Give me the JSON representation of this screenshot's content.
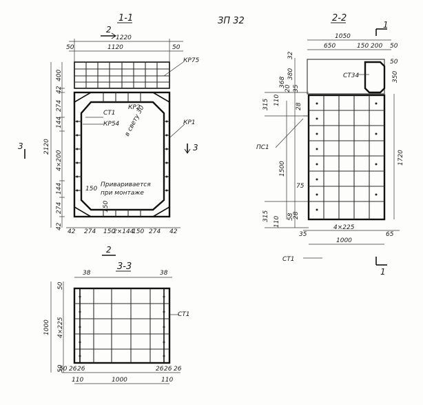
{
  "sheet": {
    "code": "ЗП 32"
  },
  "sections": {
    "s11": {
      "title": "1-1"
    },
    "s22": {
      "title": "2-2"
    },
    "s33": {
      "title": "3-3"
    }
  },
  "cuts": {
    "c1": "1",
    "c2": "2",
    "c3": "3"
  },
  "labels": {
    "kr75": "КР75",
    "kr1": "КР1",
    "kr2": "КР2",
    "kr54": "КР54",
    "ct1": "СТ1",
    "ct34": "СТ34",
    "pc1": "ПС1",
    "svet": "в свету 30",
    "weld1": "Приваривается",
    "weld2": "при монтаже"
  },
  "dims": {
    "d1220": "1220",
    "d1120": "1120",
    "d50": "50",
    "d400": "400",
    "d42": "42",
    "d274": "274",
    "d144": "144",
    "d4x200": "4×200",
    "d2120": "2120",
    "d150": "150",
    "d2x144": "2×144",
    "d1050": "1050",
    "d650": "650",
    "d200": "200",
    "d32": "32",
    "d380": "380",
    "d368": "368",
    "d350": "350",
    "d315": "315",
    "d110": "110",
    "d20": "20",
    "d35": "35",
    "d28": "28",
    "d1500": "1500",
    "d1720": "1720",
    "d75": "75",
    "d58": "58",
    "d4x225": "4×225",
    "d65": "65",
    "d1000": "1000",
    "d38": "38",
    "d26": "26"
  }
}
